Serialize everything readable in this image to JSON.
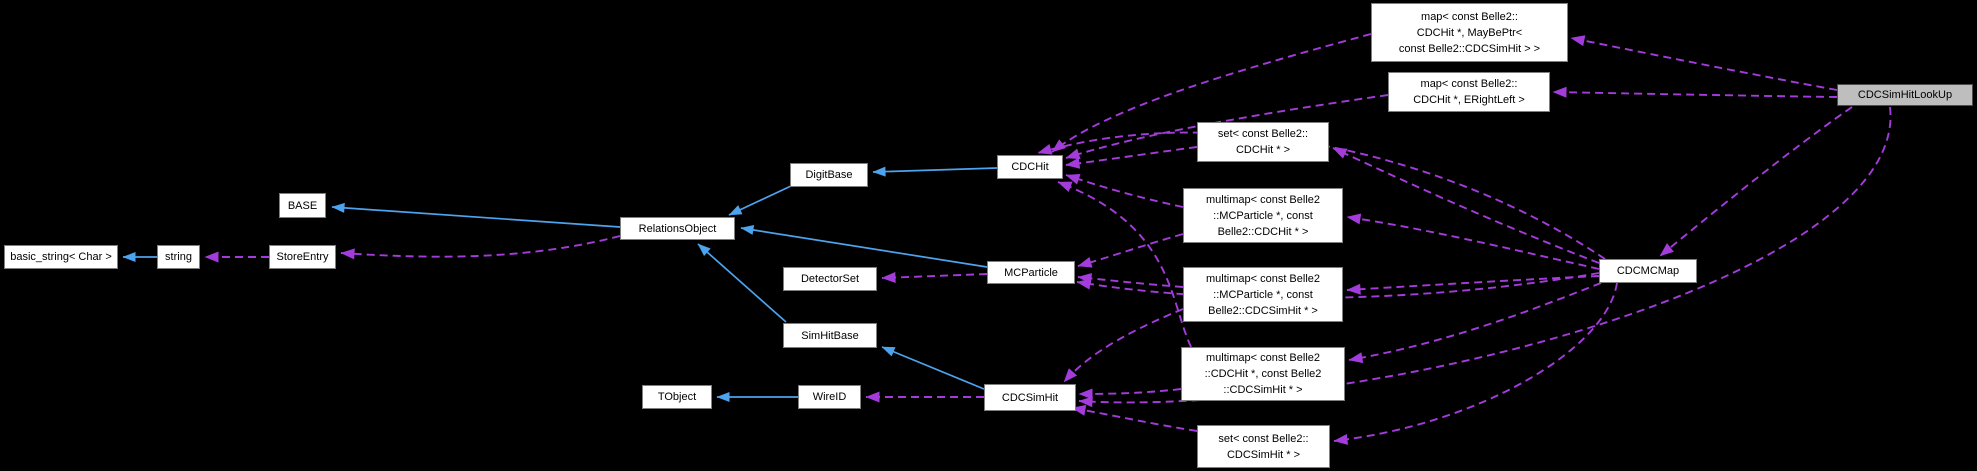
{
  "diagram": {
    "type": "collaboration-graph",
    "current_class": "CDCSimHitLookUp",
    "colors": {
      "background": "#000000",
      "inheritance_edge": "#4da3ee",
      "usage_edge": "#a43bdb",
      "node_fill": "#ffffff",
      "node_border": "#7f7f7f",
      "highlight_node_fill": "#bebebe",
      "node_text": "#000000"
    },
    "nodes": {
      "basic_string": {
        "label": "basic_string< Char >"
      },
      "string": {
        "label": "string"
      },
      "store_entry": {
        "label": "StoreEntry"
      },
      "base": {
        "label": "BASE"
      },
      "relations_object": {
        "label": "RelationsObject"
      },
      "digit_base": {
        "label": "DigitBase"
      },
      "detector_set": {
        "label": "DetectorSet"
      },
      "sim_hit_base": {
        "label": "SimHitBase"
      },
      "tobject": {
        "label": "TObject"
      },
      "wire_id": {
        "label": "WireID"
      },
      "cdc_hit": {
        "label": "CDCHit"
      },
      "mc_particle": {
        "label": "MCParticle"
      },
      "cdc_sim_hit": {
        "label": "CDCSimHit"
      },
      "map_maybe_ptr": {
        "lines": [
          "map< const Belle2::",
          "CDCHit *, MayBePtr<",
          "const Belle2::CDCSimHit > >"
        ]
      },
      "map_right_left": {
        "lines": [
          "map< const Belle2::",
          "CDCHit *, ERightLeft >"
        ]
      },
      "set_cdc_hit": {
        "lines": [
          "set< const Belle2::",
          "CDCHit * >"
        ]
      },
      "multimap_mcp_cdchit": {
        "lines": [
          "multimap< const Belle2",
          "::MCParticle *, const",
          "Belle2::CDCHit * >"
        ]
      },
      "multimap_mcp_cdcsimhit": {
        "lines": [
          "multimap< const Belle2",
          "::MCParticle *, const",
          "Belle2::CDCSimHit * >"
        ]
      },
      "multimap_cdchit_cdcsimhit": {
        "lines": [
          "multimap< const Belle2",
          "::CDCHit *, const Belle2",
          "::CDCSimHit * >"
        ]
      },
      "set_cdc_sim_hit": {
        "lines": [
          "set< const Belle2::",
          "CDCSimHit * >"
        ]
      },
      "cdc_mc_map": {
        "label": "CDCMCMap"
      },
      "cdc_sim_hit_look_up": {
        "label": "CDCSimHitLookUp"
      }
    },
    "edges": [
      {
        "from": "string",
        "to": "basic_string",
        "type": "inheritance"
      },
      {
        "from": "RelationsObject",
        "to": "BASE",
        "type": "inheritance"
      },
      {
        "from": "DigitBase",
        "to": "RelationsObject",
        "type": "inheritance"
      },
      {
        "from": "MCParticle",
        "to": "RelationsObject",
        "type": "inheritance"
      },
      {
        "from": "SimHitBase",
        "to": "RelationsObject",
        "type": "inheritance"
      },
      {
        "from": "CDCHit",
        "to": "DigitBase",
        "type": "inheritance"
      },
      {
        "from": "WireID",
        "to": "TObject",
        "type": "inheritance"
      },
      {
        "from": "CDCSimHit",
        "to": "SimHitBase",
        "type": "inheritance"
      },
      {
        "from": "StoreEntry",
        "to": "string",
        "type": "usage"
      },
      {
        "from": "RelationsObject",
        "to": "StoreEntry",
        "type": "usage"
      },
      {
        "from": "MCParticle",
        "to": "DetectorSet",
        "type": "usage"
      },
      {
        "from": "CDCSimHit",
        "to": "WireID",
        "type": "usage"
      },
      {
        "from": "map< const Belle2::CDCHit *, MayBePtr< const Belle2::CDCSimHit > >",
        "to": "CDCHit",
        "type": "usage"
      },
      {
        "from": "map< const Belle2::CDCHit *, ERightLeft >",
        "to": "CDCHit",
        "type": "usage"
      },
      {
        "from": "set< const Belle2::CDCHit * >",
        "to": "CDCHit",
        "type": "usage"
      },
      {
        "from": "multimap< const Belle2::MCParticle *, const Belle2::CDCHit * >",
        "to": "CDCHit",
        "type": "usage"
      },
      {
        "from": "multimap< const Belle2::MCParticle *, const Belle2::CDCHit * >",
        "to": "MCParticle",
        "type": "usage"
      },
      {
        "from": "multimap< const Belle2::MCParticle *, const Belle2::CDCSimHit * >",
        "to": "MCParticle",
        "type": "usage"
      },
      {
        "from": "multimap< const Belle2::MCParticle *, const Belle2::CDCSimHit * >",
        "to": "CDCSimHit",
        "type": "usage"
      },
      {
        "from": "multimap< const Belle2::CDCHit *, const Belle2::CDCSimHit * >",
        "to": "CDCHit",
        "type": "usage"
      },
      {
        "from": "multimap< const Belle2::CDCHit *, const Belle2::CDCSimHit * >",
        "to": "CDCSimHit",
        "type": "usage"
      },
      {
        "from": "set< const Belle2::CDCSimHit * >",
        "to": "CDCSimHit",
        "type": "usage"
      },
      {
        "from": "CDCMCMap",
        "to": "set< const Belle2::CDCHit * >",
        "type": "usage"
      },
      {
        "from": "CDCMCMap",
        "to": "multimap< const Belle2::MCParticle *, const Belle2::CDCHit * >",
        "type": "usage"
      },
      {
        "from": "CDCMCMap",
        "to": "multimap< const Belle2::MCParticle *, const Belle2::CDCSimHit * >",
        "type": "usage"
      },
      {
        "from": "CDCMCMap",
        "to": "multimap< const Belle2::CDCHit *, const Belle2::CDCSimHit * >",
        "type": "usage"
      },
      {
        "from": "CDCMCMap",
        "to": "set< const Belle2::CDCSimHit * >",
        "type": "usage"
      },
      {
        "from": "CDCMCMap",
        "to": "CDCHit",
        "type": "usage"
      },
      {
        "from": "CDCMCMap",
        "to": "MCParticle",
        "type": "usage"
      },
      {
        "from": "CDCSimHitLookUp",
        "to": "map< const Belle2::CDCHit *, MayBePtr< const Belle2::CDCSimHit > >",
        "type": "usage"
      },
      {
        "from": "CDCSimHitLookUp",
        "to": "map< const Belle2::CDCHit *, ERightLeft >",
        "type": "usage"
      },
      {
        "from": "CDCSimHitLookUp",
        "to": "CDCMCMap",
        "type": "usage"
      },
      {
        "from": "CDCSimHitLookUp",
        "to": "CDCSimHit",
        "type": "usage"
      }
    ]
  }
}
